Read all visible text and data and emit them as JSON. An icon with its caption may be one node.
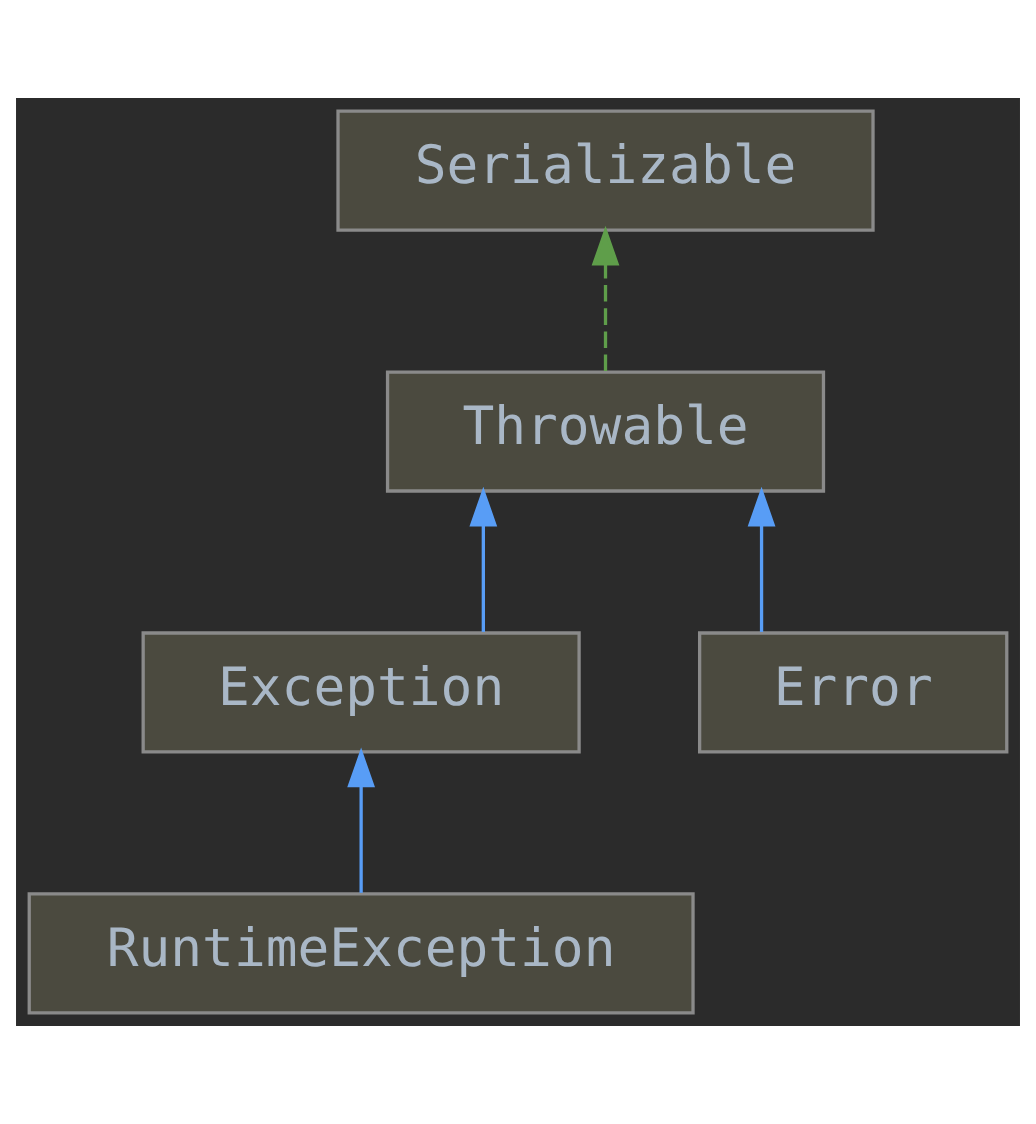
{
  "diagram": {
    "nodes": [
      {
        "text": [
          "Serializable"
        ]
      },
      {
        "text": [
          "Throwable"
        ]
      },
      {
        "text": [
          "Exception"
        ]
      },
      {
        "text": [
          "Error"
        ]
      },
      {
        "text": [
          "RuntimeException"
        ]
      }
    ],
    "edges": [
      {
        "from": 1,
        "to": 0,
        "arrow": "to",
        "style": "dashed",
        "color": "#5f9e4a"
      },
      {
        "from": 2,
        "to": 1,
        "arrow": "to"
      },
      {
        "from": 3,
        "to": 1,
        "arrow": "to"
      },
      {
        "from": 4,
        "to": 2,
        "arrow": "to"
      }
    ]
  }
}
